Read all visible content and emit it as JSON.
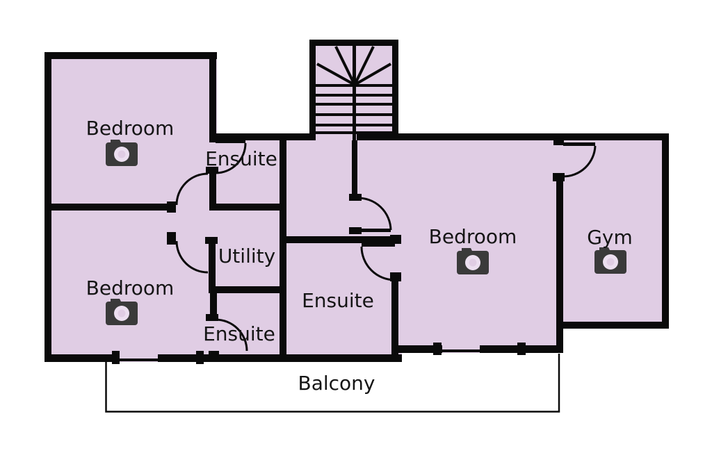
{
  "floorplan": {
    "rooms": [
      {
        "id": "bedroom-top-left",
        "label": "Bedroom",
        "camera": true
      },
      {
        "id": "ensuite-top",
        "label": "Ensuite",
        "camera": false
      },
      {
        "id": "utility",
        "label": "Utility",
        "camera": false
      },
      {
        "id": "bedroom-bottom-left",
        "label": "Bedroom",
        "camera": true
      },
      {
        "id": "ensuite-bottom-left",
        "label": "Ensuite",
        "camera": false
      },
      {
        "id": "ensuite-middle",
        "label": "Ensuite",
        "camera": false
      },
      {
        "id": "bedroom-right",
        "label": "Bedroom",
        "camera": true
      },
      {
        "id": "gym",
        "label": "Gym",
        "camera": true
      }
    ],
    "outdoor": {
      "label": "Balcony"
    },
    "features": {
      "staircase": true,
      "windows": 2,
      "camera_icons": 4
    },
    "colors": {
      "floor": "#e0cde4",
      "wall": "#0a0a0a",
      "camera": "#3a3a3a",
      "lens": "#ecdff0",
      "balcony": "#ffffff",
      "text": "#151515"
    }
  }
}
